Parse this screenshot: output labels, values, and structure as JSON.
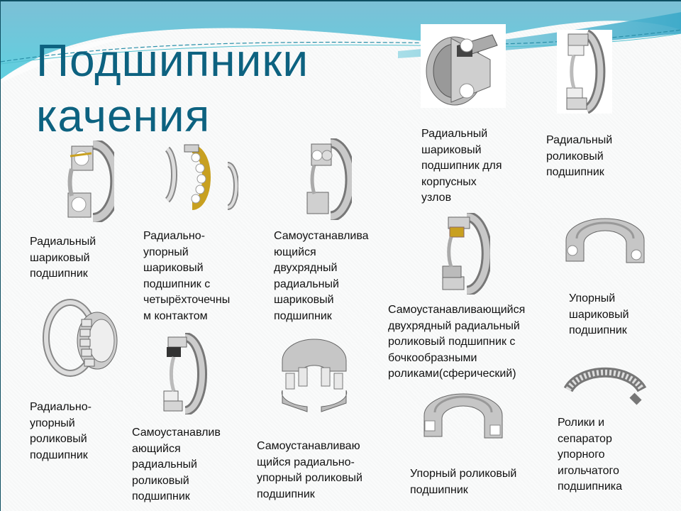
{
  "slide": {
    "title_line1": "Подшипники",
    "title_line2": "качения",
    "colors": {
      "title": "#0d6280",
      "wave_light": "#8fd3e0",
      "wave_dark": "#2aa3bf",
      "border": "#0e4f62",
      "metal": "#b8b8b8",
      "cage_gold": "#c8a020"
    },
    "bearings": [
      {
        "id": "radial-ball",
        "caption": "Радиальный\nшариковый\nподшипник"
      },
      {
        "id": "angular-contact-ball-4pt",
        "caption": "Радиально-\nупорный\nшариковый\nподшипник с\nчетырёхточечны\nм контактом"
      },
      {
        "id": "self-aligning-double-row-ball",
        "caption": "Самоустанавлива\nющийся\nдвухрядный\nрадиальный\nшариковый\nподшипник"
      },
      {
        "id": "housing-radial-ball",
        "caption": "Радиальный\nшариковый\nподшипник для\nкорпусных\nузлов"
      },
      {
        "id": "radial-roller",
        "caption": "Радиальный\nроликовый\nподшипник"
      },
      {
        "id": "spherical-roller",
        "caption": "Самоустанавливающийся\nдвухрядный радиальный\nроликовый подшипник с\nбочкообразными\nроликами(сферический)"
      },
      {
        "id": "thrust-ball",
        "caption": "Упорный\nшариковый\nподшипник"
      },
      {
        "id": "tapered-roller",
        "caption": "Радиально-\nупорный\nроликовый\nподшипник"
      },
      {
        "id": "self-aligning-radial-roller",
        "caption": "Самоустанавлив\nающийся\nрадиальный\nроликовый\nподшипник"
      },
      {
        "id": "spherical-thrust-roller",
        "caption": "Самоустанавливаю\nщийся радиально-\nупорный роликовый\nподшипник"
      },
      {
        "id": "thrust-roller",
        "caption": "Упорный роликовый\nподшипник"
      },
      {
        "id": "needle-thrust-cage",
        "caption": "Ролики и\nсепаратор\nупорного\nигольчатого\nподшипника"
      }
    ]
  }
}
